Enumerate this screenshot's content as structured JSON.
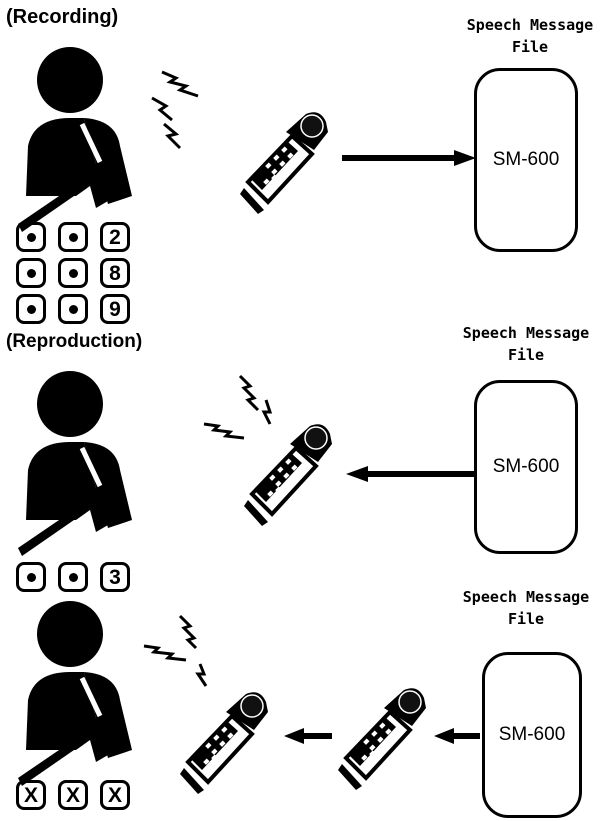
{
  "sections": {
    "recording": {
      "heading": "(Recording)",
      "file_title_line1": "Speech Message",
      "file_title_line2": "File",
      "box_label": "SM-600",
      "keypad_rows": [
        [
          "dot",
          "dot",
          "2"
        ],
        [
          "dot",
          "dot",
          "8"
        ],
        [
          "dot",
          "dot",
          "9"
        ]
      ]
    },
    "reproduction": {
      "heading": "(Reproduction)",
      "file_title_line1": "Speech Message",
      "file_title_line2": "File",
      "box_label": "SM-600",
      "keypad_rows": [
        [
          "dot",
          "dot",
          "3"
        ]
      ]
    },
    "forwarding": {
      "file_title_line1": "Speech Message",
      "file_title_line2": "File",
      "box_label": "SM-600",
      "keypad_rows": [
        [
          "X",
          "X",
          "X"
        ]
      ]
    }
  },
  "icons": {
    "person": "person-icon",
    "phone": "mobile-phone-icon",
    "signal": "radio-wave-icon",
    "arrow": "arrow-icon"
  }
}
